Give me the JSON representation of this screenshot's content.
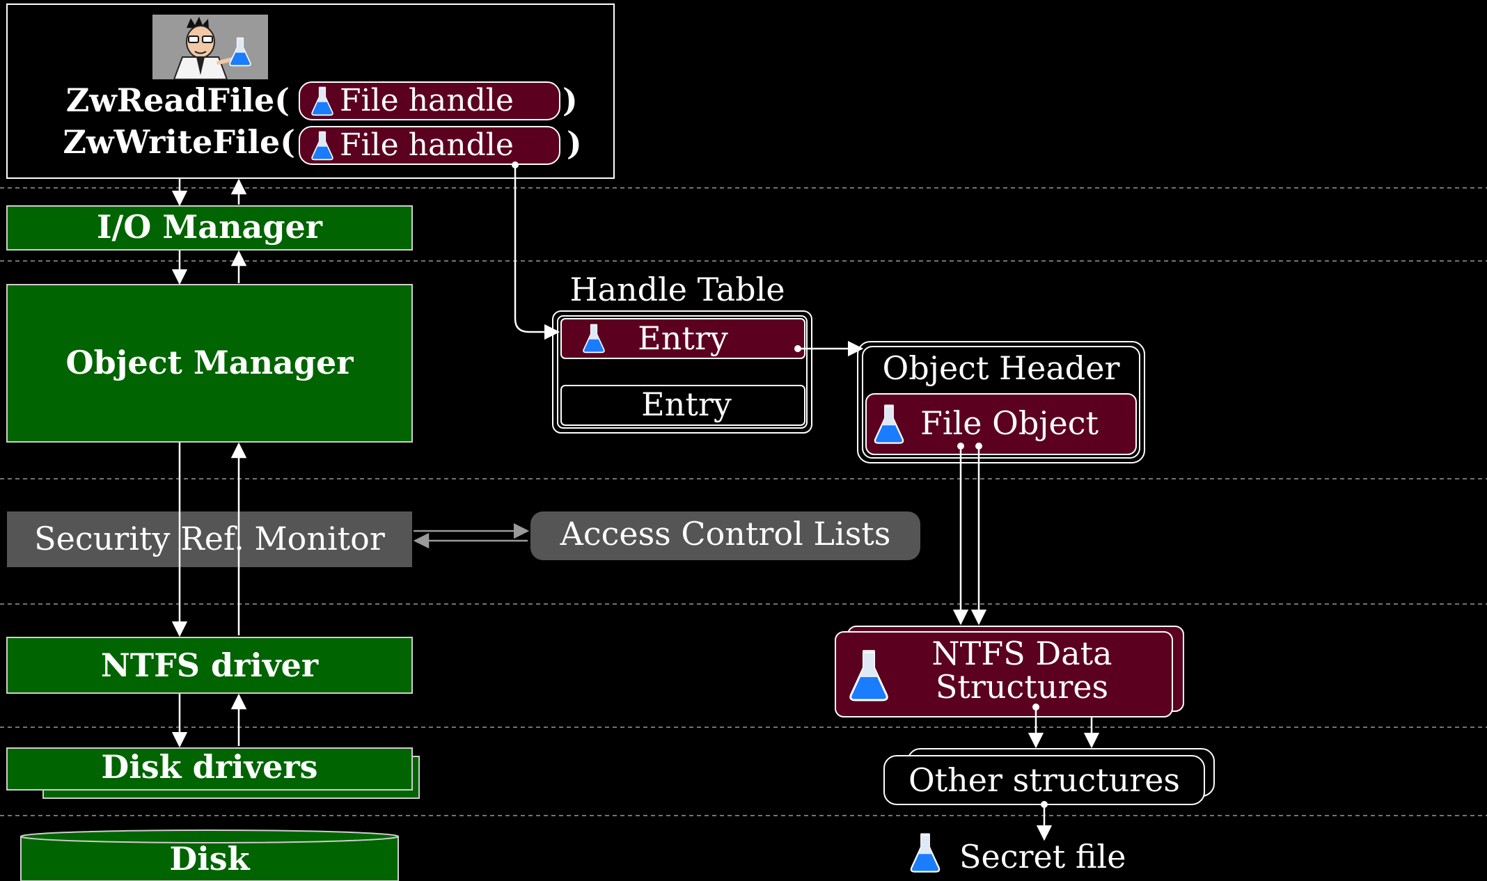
{
  "calls": {
    "read_fn": "ZwReadFile(",
    "write_fn": "ZwWriteFile(",
    "read_arg": "File handle",
    "write_arg": "File handle",
    "close_paren": ")"
  },
  "layers": {
    "io_manager": "I/O Manager",
    "object_manager": "Object Manager",
    "security_monitor": "Security Ref. Monitor",
    "ntfs_driver": "NTFS driver",
    "disk_drivers": "Disk drivers",
    "disk": "Disk"
  },
  "handle_table": {
    "title": "Handle Table",
    "entry_1": "Entry",
    "entry_2": "Entry"
  },
  "object_header": {
    "title": "Object Header",
    "file_object": "File Object"
  },
  "acl": {
    "label": "Access Control Lists"
  },
  "ntfs_data": {
    "line_1": "NTFS Data",
    "line_2": "Structures"
  },
  "other_structures": {
    "label": "Other structures"
  },
  "secret_file": {
    "label": "Secret file"
  },
  "icons": {
    "flask": "flask-icon",
    "scientist": "scientist-avatar-icon"
  },
  "colors": {
    "background": "#000000",
    "layer_green": "#006400",
    "object_maroon": "#5c0020",
    "security_gray": "#555555",
    "flask_blue": "#1a7cff"
  }
}
